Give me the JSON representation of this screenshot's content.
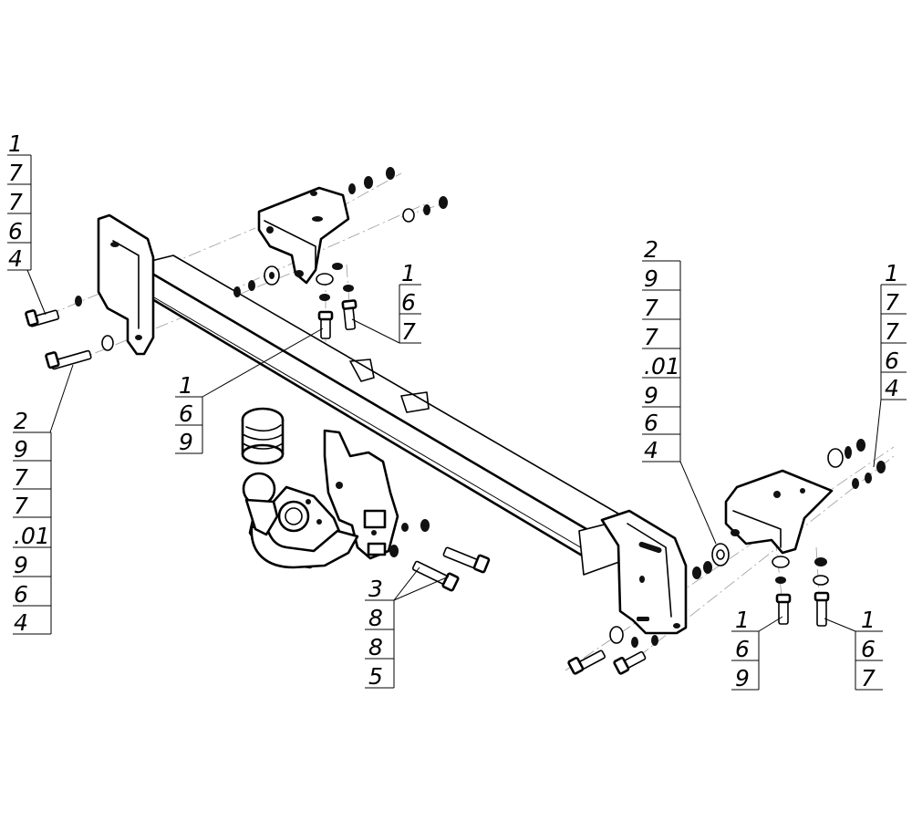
{
  "callouts": {
    "top_left": [
      "1",
      "7",
      "7",
      "6",
      "4"
    ],
    "left_long": [
      "2",
      "9",
      "7",
      "7",
      ".01",
      "9",
      "6",
      "4"
    ],
    "bracket_bolts": [
      "1",
      "6",
      "7"
    ],
    "center_bolt": [
      "1",
      "6",
      "9"
    ],
    "right_long": [
      "2",
      "9",
      "7",
      "7",
      ".01",
      "9",
      "6",
      "4"
    ],
    "right_top": [
      "1",
      "7",
      "7",
      "6",
      "4"
    ],
    "ball_bolts": [
      "3",
      "8",
      "8",
      "5"
    ],
    "right_bottom_a": [
      "1",
      "6",
      "9"
    ],
    "right_bottom_b": [
      "1",
      "6",
      "7"
    ]
  }
}
